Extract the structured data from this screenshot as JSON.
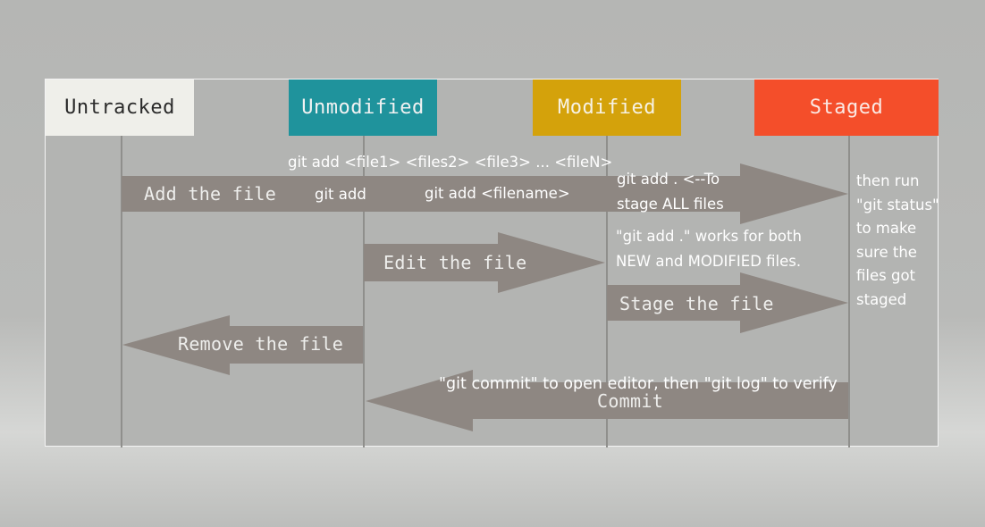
{
  "colors": {
    "untracked": "#efefea",
    "unmodified": "#1f939c",
    "modified": "#d4a20b",
    "staged": "#f44e2a",
    "arrow": "#8e8782",
    "lifeline": "#8f8f8c"
  },
  "lanes": {
    "untracked": "Untracked",
    "unmodified": "Unmodified",
    "modified": "Modified",
    "staged": "Staged"
  },
  "arrows": {
    "add_file": "Add the file",
    "edit_file": "Edit the file",
    "stage_file": "Stage the file",
    "remove_file": "Remove the file",
    "commit": "Commit"
  },
  "notes": {
    "git_add_files": "git add <file1> <files2> <file3> ... <fileN>",
    "git_add": "git add",
    "git_add_filename": "git add <filename>",
    "git_add_dot_line1": "git add .    <--To",
    "git_add_dot_line2": "stage ALL files",
    "works_both_line1": "\"git add .\" works for both",
    "works_both_line2": "NEW and MODIFIED files.",
    "git_status_lines": [
      "then run",
      "\"git status\"",
      "to make",
      "sure the",
      "files got",
      "staged"
    ],
    "git_commit": "\"git commit\" to open editor, then \"git log\" to verify"
  }
}
